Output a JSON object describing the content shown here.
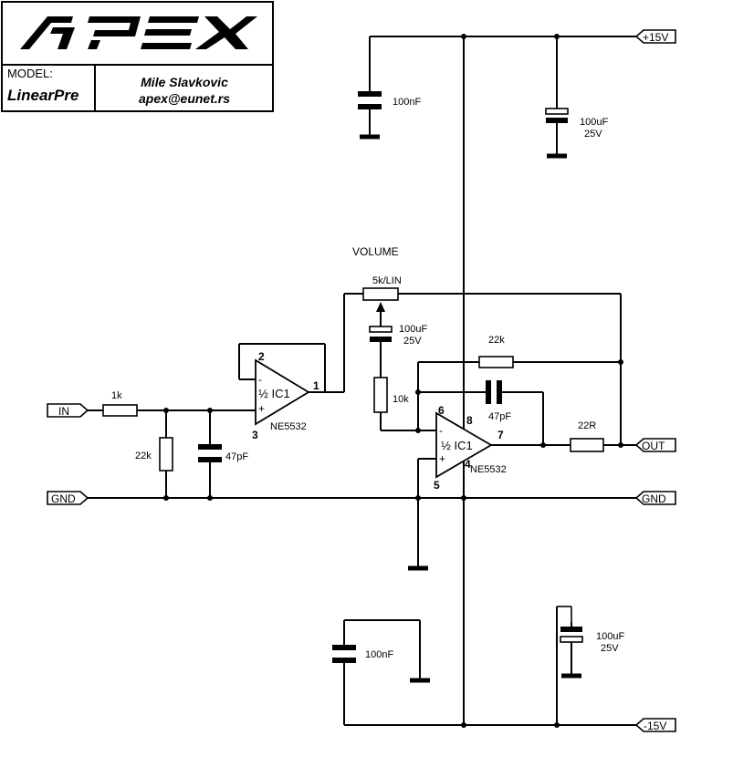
{
  "title_block": {
    "logo": "APEX",
    "model_label": "MODEL:",
    "model_name": "LinearPre",
    "author": "Mile Slavkovic",
    "email": "apex@eunet.rs"
  },
  "ports": {
    "in": "IN",
    "gnd_left": "GND",
    "gnd_right": "GND",
    "out": "OUT",
    "vpos": "+15V",
    "vneg": "-15V"
  },
  "volume": {
    "label": "VOLUME",
    "value": "5k/LIN"
  },
  "components": {
    "r_in": "1k",
    "r_in_shunt": "22k",
    "c_in_shunt": "47pF",
    "c_coupling_value": "100uF",
    "c_coupling_voltage": "25V",
    "r_10k": "10k",
    "r_feedback": "22k",
    "c_feedback": "47pF",
    "r_out": "22R",
    "c_dec_top": "100nF",
    "c_bulk_top_value": "100uF",
    "c_bulk_top_voltage": "25V",
    "c_dec_bot": "100nF",
    "c_bulk_bot_value": "100uF",
    "c_bulk_bot_voltage": "25V"
  },
  "opamp1": {
    "label": "½ IC1",
    "part": "NE5532",
    "minus_sign": "-",
    "plus_sign": "+",
    "pin_out": "1",
    "pin_inv": "2",
    "pin_noninv": "3"
  },
  "opamp2": {
    "label": "½ IC1",
    "part": "NE5532",
    "minus_sign": "-",
    "plus_sign": "+",
    "pin_out": "7",
    "pin_inv": "6",
    "pin_noninv": "5",
    "pin_vpos": "8",
    "pin_vneg": "4"
  }
}
